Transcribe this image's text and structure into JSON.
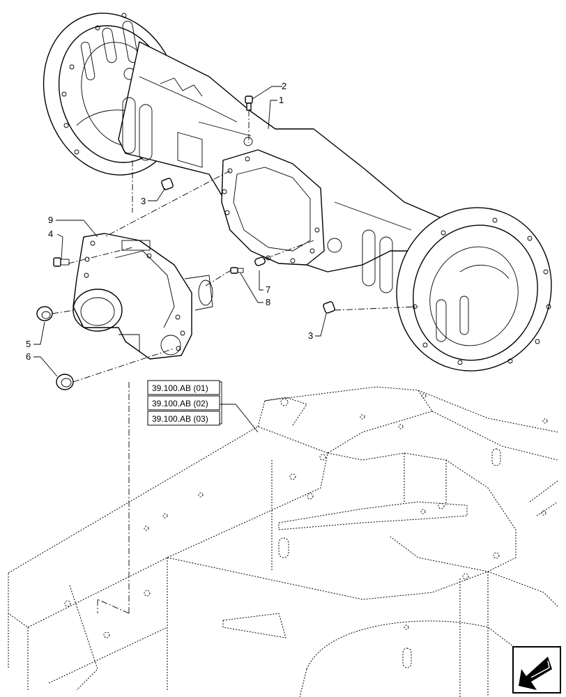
{
  "callouts": [
    {
      "id": "1",
      "text": "1"
    },
    {
      "id": "2",
      "text": "2"
    },
    {
      "id": "3a",
      "text": "3"
    },
    {
      "id": "3b",
      "text": "3"
    },
    {
      "id": "4",
      "text": "4"
    },
    {
      "id": "5",
      "text": "5"
    },
    {
      "id": "6",
      "text": "6"
    },
    {
      "id": "7",
      "text": "7"
    },
    {
      "id": "8",
      "text": "8"
    },
    {
      "id": "9",
      "text": "9"
    }
  ],
  "references": [
    {
      "text": "39.100.AB (01)"
    },
    {
      "text": "39.100.AB (02)"
    },
    {
      "text": "39.100.AB (03)"
    }
  ],
  "nav_icon": "arrow-down-left-icon"
}
